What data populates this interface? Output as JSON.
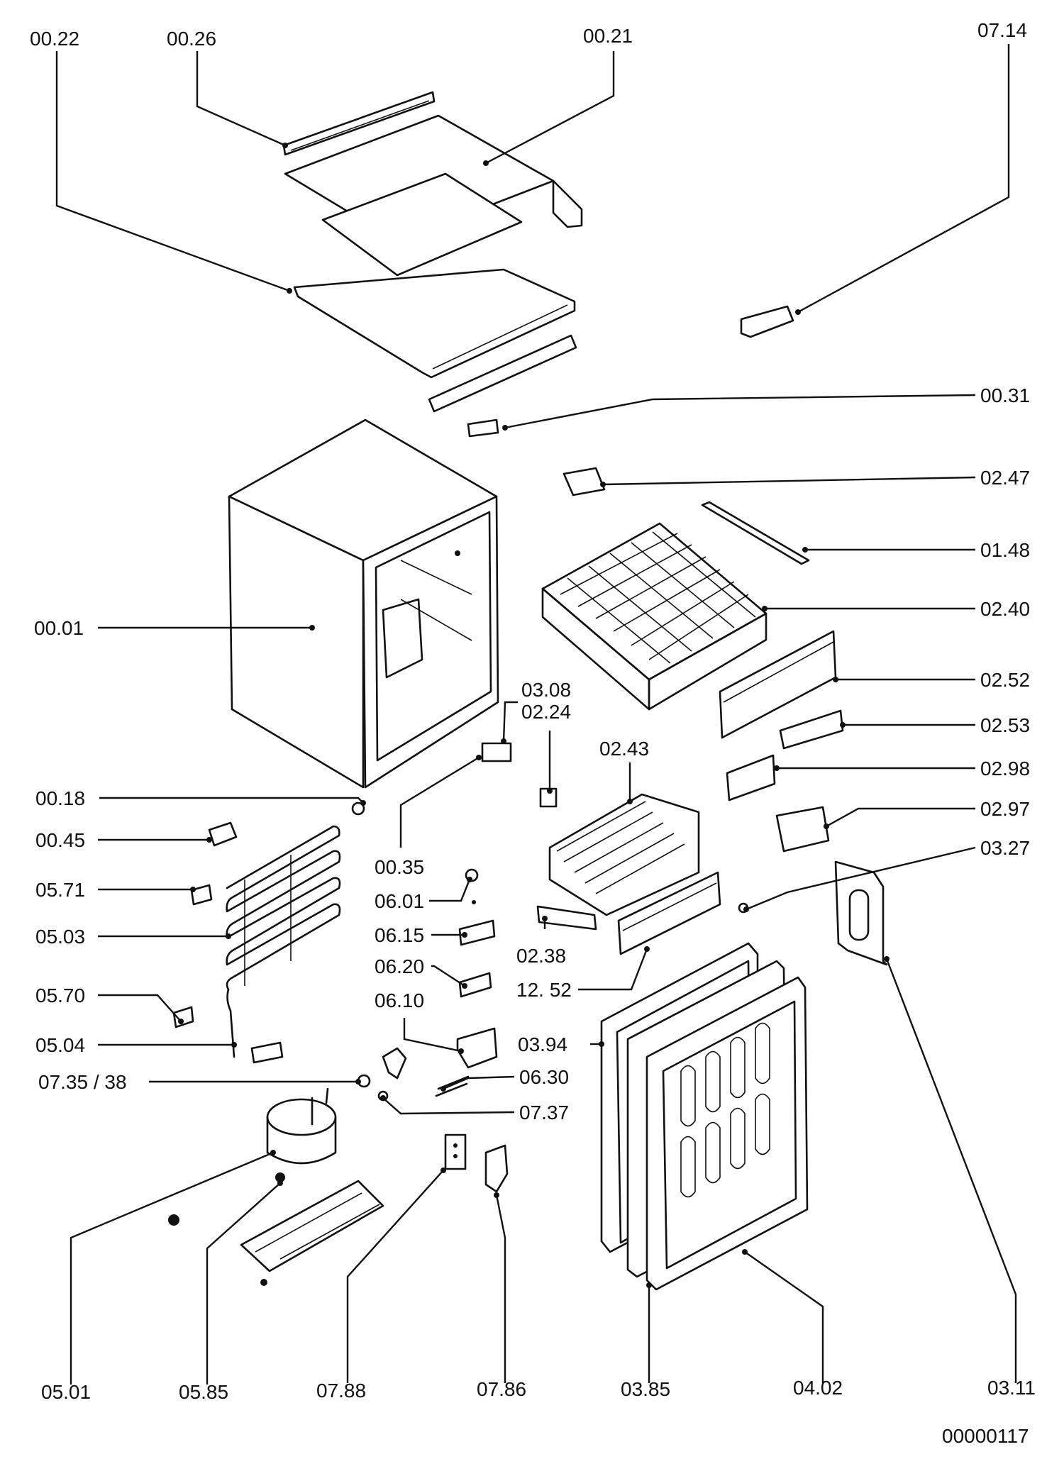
{
  "diagram": {
    "part_numbers": {
      "p0022": "00.22",
      "p0026": "00.26",
      "p0021": "00.21",
      "p0714": "07.14",
      "p0031": "00.31",
      "p0247": "02.47",
      "p0148": "01.48",
      "p0240": "02.40",
      "p0001": "00.01",
      "p0252": "02.52",
      "p0253": "02.53",
      "p0298": "02.98",
      "p0297": "02.97",
      "p0327": "03.27",
      "p0308": "03.08",
      "p0224": "02.24",
      "p0243": "02.43",
      "p0018": "00.18",
      "p0045": "00.45",
      "p0035": "00.35",
      "p0571": "05.71",
      "p0601": "06.01",
      "p0503": "05.03",
      "p0615": "06.15",
      "p0238": "02.38",
      "p0620": "06.20",
      "p1252": "12. 52",
      "p0570": "05.70",
      "p0610": "06.10",
      "p0394": "03.94",
      "p0504": "05.04",
      "p0630": "06.30",
      "p0735": "07.35 / 38",
      "p0737": "07.37",
      "p0501": "05.01",
      "p0585": "05.85",
      "p0788": "07.88",
      "p0786": "07.86",
      "p0385": "03.85",
      "p0402": "04.02",
      "p0311": "03.11"
    },
    "drawing_number": "00000117"
  }
}
